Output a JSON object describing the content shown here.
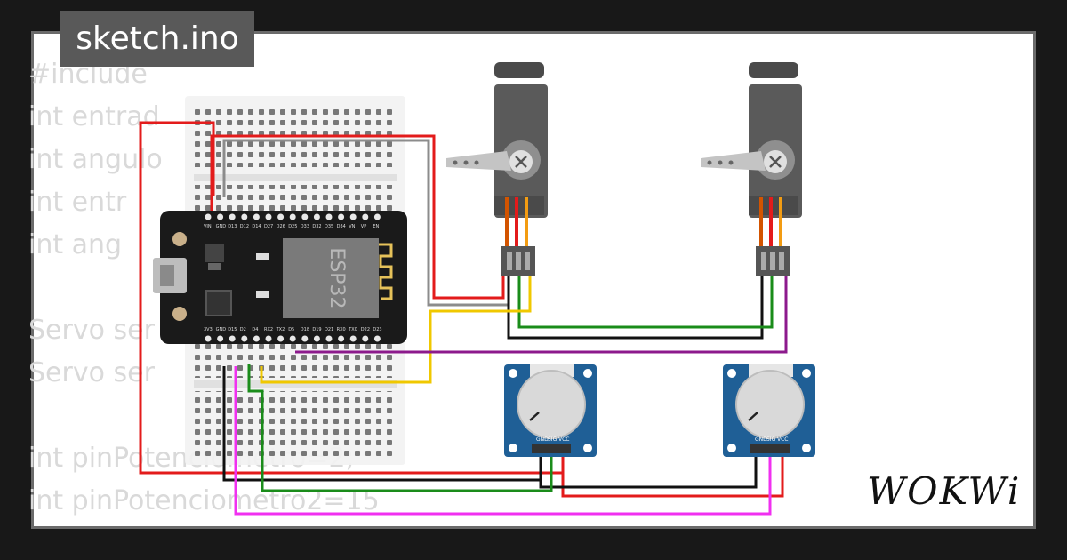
{
  "title": "sketch.ino",
  "code_lines": [
    "#include",
    "int entrad",
    "int angulo",
    "int entr",
    "int ang",
    "",
    "Servo ser",
    "Servo ser",
    "",
    "int pinPotenciometro=2;",
    "int pinPotenciometro2=15"
  ],
  "board": {
    "chip_label": "ESP32",
    "top_pins": [
      "VIN",
      "GND",
      "D13",
      "D12",
      "D14",
      "D27",
      "D26",
      "D25",
      "D33",
      "D32",
      "D35",
      "D34",
      "VN",
      "VP",
      "EN"
    ],
    "bottom_pins": [
      "3V3",
      "GND",
      "D15",
      "D2",
      "D4",
      "RX2",
      "TX2",
      "D5",
      "D18",
      "D19",
      "D21",
      "RX0",
      "TX0",
      "D22",
      "D23"
    ]
  },
  "pot_pins": [
    "GND",
    "SIG",
    "VCC"
  ],
  "brand": "WOKWi",
  "colors": {
    "wire_red": "#e31b1b",
    "wire_gray": "#8c8c8c",
    "wire_black": "#111111",
    "wire_green": "#1a8c1a",
    "wire_yellow": "#f0c800",
    "wire_purple": "#8c1a8c",
    "wire_magenta": "#f030f0",
    "servo_body": "#555555",
    "pot_board": "#1f5f96",
    "esp_board": "#1a1a1a"
  }
}
